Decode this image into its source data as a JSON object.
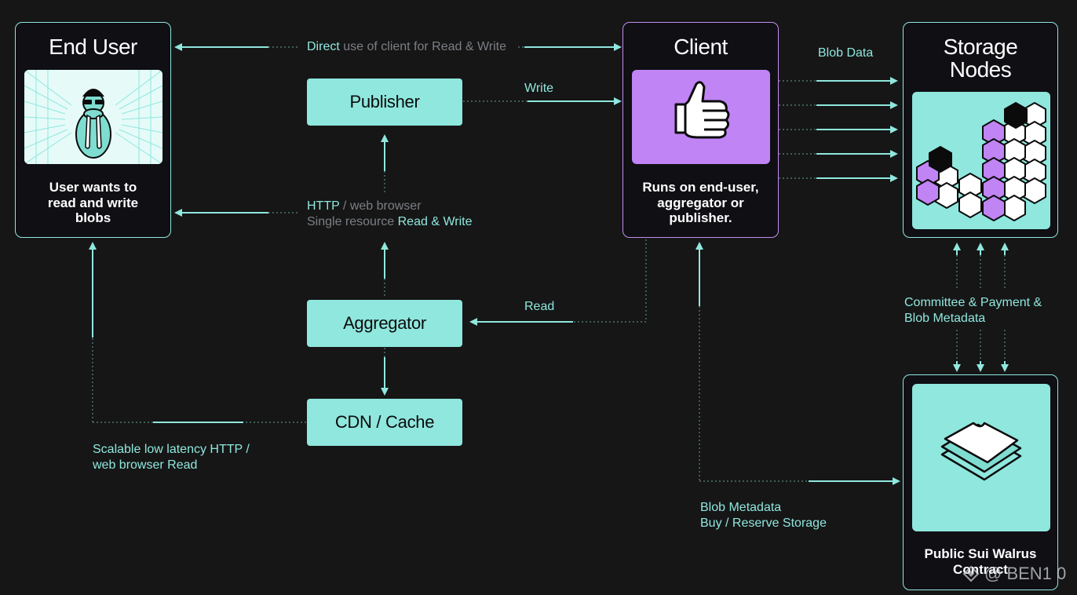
{
  "end_user": {
    "title": "End User",
    "desc": [
      "User wants to",
      "read and write",
      "blobs"
    ]
  },
  "client": {
    "title": "Client",
    "desc": [
      "Runs on end-user,",
      "aggregator or",
      "publisher."
    ]
  },
  "storage_nodes": {
    "title": [
      "Storage",
      "Nodes"
    ]
  },
  "contract": {
    "desc": [
      "Public Sui Walrus",
      "Contract"
    ]
  },
  "boxes": {
    "publisher": "Publisher",
    "aggregator": "Aggregator",
    "cdn": "CDN / Cache"
  },
  "labels": {
    "direct_a": "Direct",
    "direct_b": " use of client for Read & Write",
    "write": "Write",
    "blob_data": "Blob Data",
    "http_a": "HTTP",
    "http_b": " / web browser",
    "single_a": "Single resource ",
    "single_b": "Read & Write",
    "read": "Read",
    "committee_1": "Committee & Payment &",
    "committee_2": "Blob Metadata",
    "scalable_1": "Scalable low latency HTTP /",
    "scalable_2": "web browser Read",
    "blob_meta_1": "Blob Metadata",
    "blob_meta_2": "Buy / Reserve Storage"
  },
  "watermark": "@ BEN1 0",
  "colors": {
    "accent": "#8fe7de",
    "client_border": "#c48df0",
    "client_fill": "#c084f5",
    "background": "#161616",
    "muted_text": "#7b7f85"
  }
}
